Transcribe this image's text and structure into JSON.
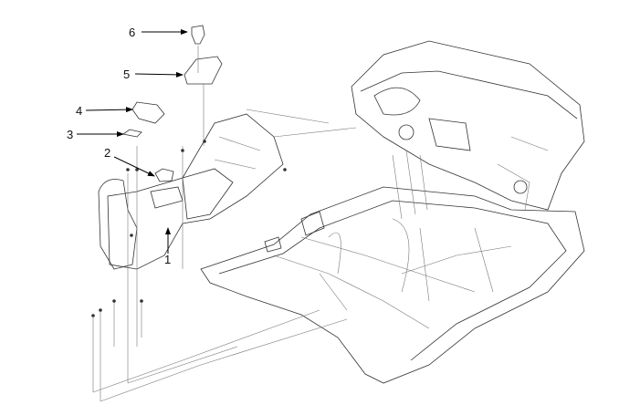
{
  "diagram": {
    "callouts": [
      {
        "id": "6",
        "label": "6"
      },
      {
        "id": "5",
        "label": "5"
      },
      {
        "id": "4",
        "label": "4"
      },
      {
        "id": "3",
        "label": "3"
      },
      {
        "id": "2",
        "label": "2"
      },
      {
        "id": "1",
        "label": "1"
      }
    ]
  }
}
